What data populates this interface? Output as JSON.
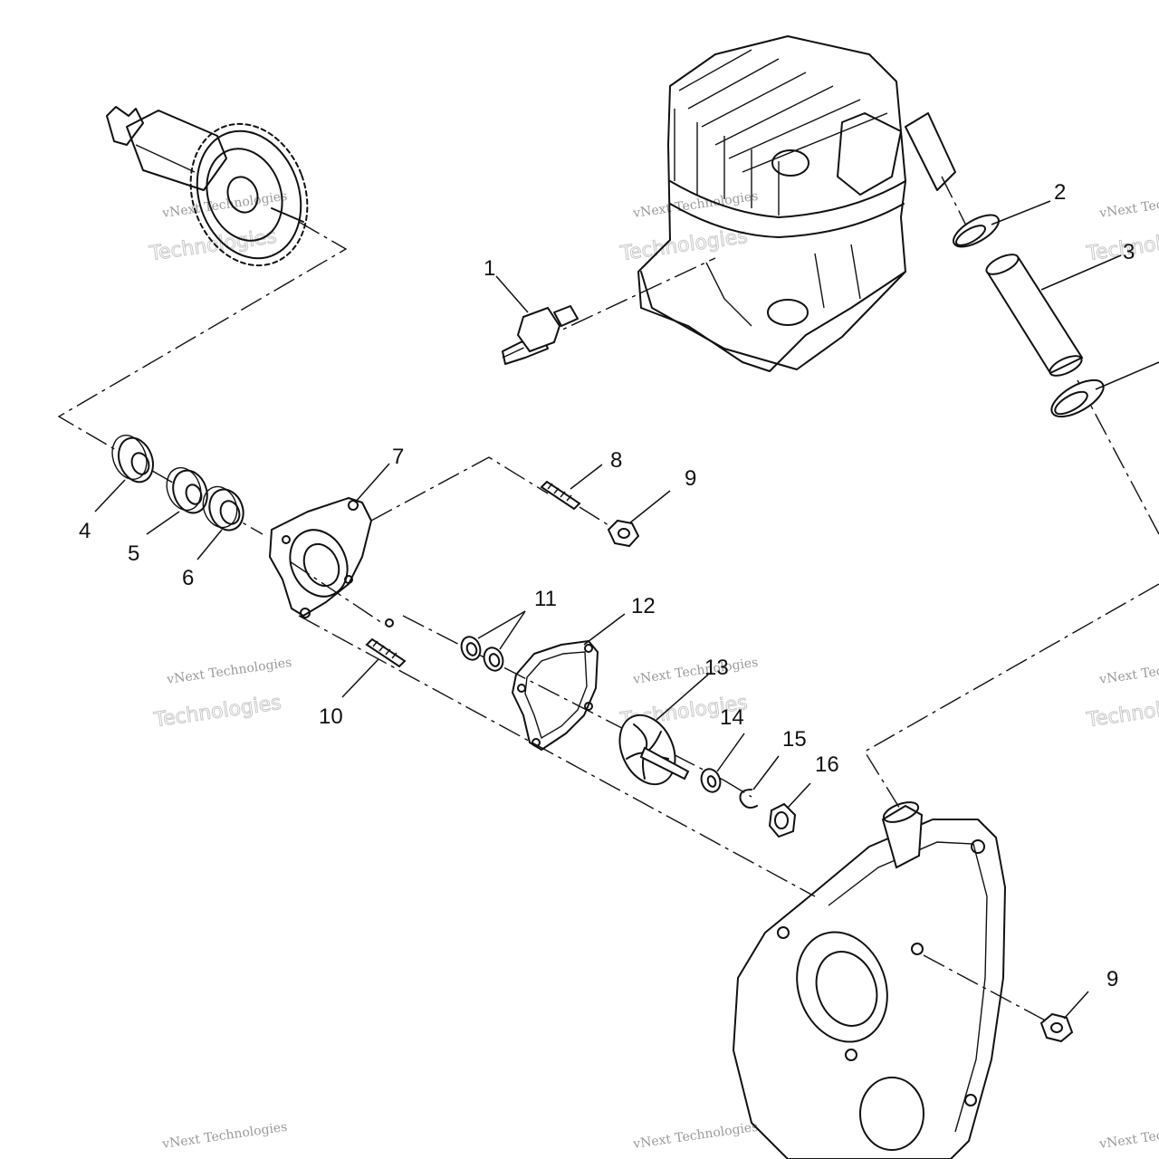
{
  "callouts": {
    "c1": "1",
    "c2": "2",
    "c3": "3",
    "c4": "4",
    "c5": "5",
    "c6": "6",
    "c7": "7",
    "c8": "8",
    "c9a": "9",
    "c9b": "9",
    "c10": "10",
    "c11": "11",
    "c12": "12",
    "c13": "13",
    "c14": "14",
    "c15": "15",
    "c16": "16"
  },
  "watermark": {
    "line1": "vNext Technologies",
    "line2": "Technologies"
  }
}
